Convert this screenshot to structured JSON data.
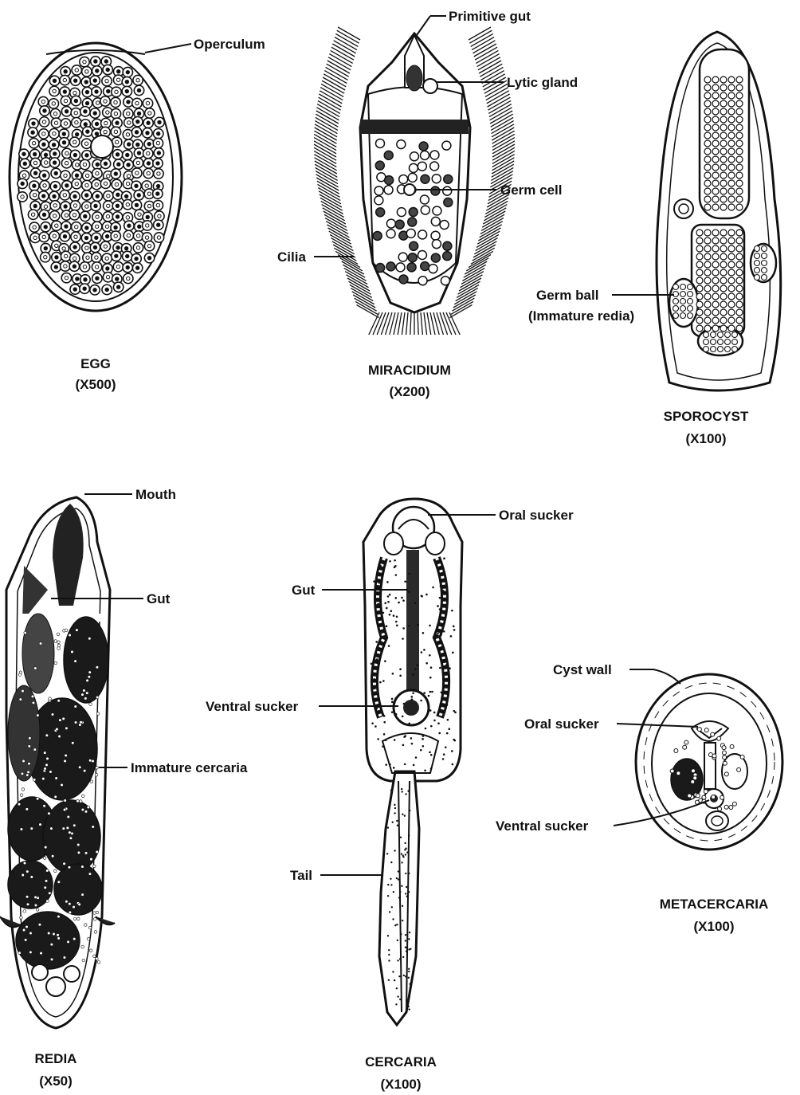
{
  "stages": {
    "egg": {
      "name": "EGG",
      "mag": "(X500)",
      "labels": {
        "operculum": "Operculum"
      }
    },
    "miracidium": {
      "name": "MIRACIDIUM",
      "mag": "(X200)",
      "labels": {
        "primitive_gut": "Primitive gut",
        "lytic_gland": "Lytic gland",
        "germ_cell": "Germ cell",
        "cilia": "Cilia"
      }
    },
    "sporocyst": {
      "name": "SPOROCYST",
      "mag": "(X100)",
      "labels": {
        "germ_ball": "Germ ball",
        "immature_redia": "(Immature redia)"
      }
    },
    "redia": {
      "name": "REDIA",
      "mag": "(X50)",
      "labels": {
        "mouth": "Mouth",
        "gut": "Gut",
        "immature_cercaria": "Immature cercaria"
      }
    },
    "cercaria": {
      "name": "CERCARIA",
      "mag": "(X100)",
      "labels": {
        "oral_sucker": "Oral sucker",
        "gut": "Gut",
        "ventral_sucker": "Ventral sucker",
        "tail": "Tail"
      }
    },
    "metacercaria": {
      "name": "METACERCARIA",
      "mag": "(X100)",
      "labels": {
        "cyst_wall": "Cyst wall",
        "oral_sucker": "Oral sucker",
        "ventral_sucker": "Ventral sucker"
      }
    }
  },
  "colors": {
    "ink": "#111111",
    "paper": "#ffffff"
  }
}
